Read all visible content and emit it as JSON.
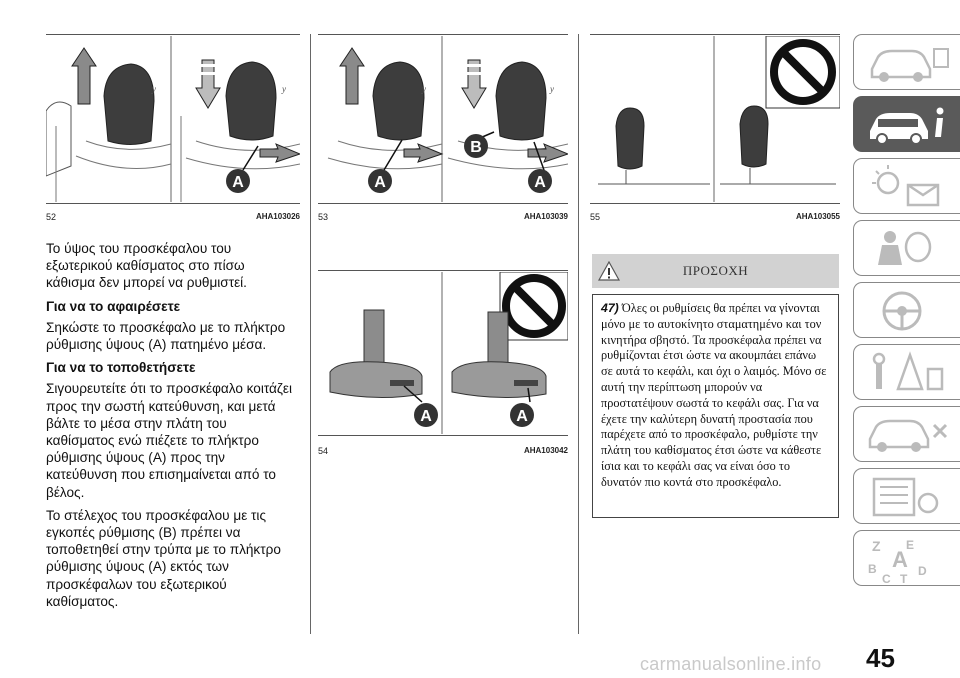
{
  "figures": {
    "fig52": {
      "number": "52",
      "code": "AHA103026",
      "callout": "A"
    },
    "fig53": {
      "number": "53",
      "code": "AHA103039",
      "callouts": [
        "A",
        "B",
        "A"
      ]
    },
    "fig54": {
      "number": "54",
      "code": "AHA103042",
      "callouts": [
        "A",
        "A"
      ]
    },
    "fig55": {
      "number": "55",
      "code": "AHA103055"
    }
  },
  "text": {
    "intro": "Το ύψος του προσκέφαλου του εξωτερικού καθίσματος στο πίσω κάθισμα δεν μπορεί να ρυθμιστεί.",
    "remove_heading": "Για να το αφαιρέσετε",
    "remove_body": "Σηκώστε το προσκέφαλο με το πλήκτρο ρύθμισης ύψους (A) πατημένο μέσα.",
    "refit_heading": "Για να το τοποθετήσετε",
    "refit_body_1": "Σιγουρευτείτε ότι το προσκέφαλο κοιτάζει προς την σωστή κατεύθυνση, και μετά βάλτε το μέσα στην πλάτη του καθίσματος ενώ πιέζετε το πλήκτρο ρύθμισης ύψους (A) προς την κατεύθυνση που επισημαίνεται από το βέλος.",
    "refit_body_2": "Το στέλεχος του προσκέφαλου με τις εγκοπές ρύθμισης (B) πρέπει να τοποθετηθεί στην τρύπα με το πλήκτρο ρύθμισης ύψους (A) εκτός των προσκέφαλων του εξωτερικού καθίσματος."
  },
  "warning": {
    "title": "ΠΡΟΣΟΧΗ",
    "ref": "47)",
    "body": "Όλες οι ρυθμίσεις θα πρέπει να γίνονται μόνο με το αυτοκίνητο σταματημένο και τον κινητήρα σβηστό. Τα προσκέφαλα πρέπει να ρυθμίζονται έτσι ώστε να ακουμπάει επάνω σε αυτά το κεφάλι, και όχι ο λαιμός. Μόνο σε αυτή την περίπτωση μπορούν να προστατέψουν σωστά το κεφάλι σας. Για να έχετε την καλύτερη δυνατή προστασία που παρέχετε από το προσκέφαλο, ρυθμίστε την πλάτη του καθίσματος έτσι ώστε να κάθεστε ίσια και το κεφάλι σας να είναι όσο το δυνατόν πιο κοντά στο προσκέφαλο."
  },
  "sidebar": {
    "tabs": [
      {
        "icon": "car-dashboard-icon",
        "active": false
      },
      {
        "icon": "car-info-icon",
        "active": true
      },
      {
        "icon": "warning-light-message-icon",
        "active": false
      },
      {
        "icon": "airbag-safety-icon",
        "active": false
      },
      {
        "icon": "steering-wheel-icon",
        "active": false
      },
      {
        "icon": "emergency-tools-icon",
        "active": false
      },
      {
        "icon": "car-maintenance-icon",
        "active": false
      },
      {
        "icon": "technical-data-icon",
        "active": false
      },
      {
        "icon": "alphabetical-index-icon",
        "active": false
      }
    ],
    "index_letters": [
      "Z",
      "E",
      "A",
      "B",
      "C",
      "T",
      "D"
    ]
  },
  "page_number": "45",
  "watermark": "carmanualsonline.info",
  "colors": {
    "active_tab": "#5a5a5a",
    "warning_header": "#d2d2d2",
    "tab_border": "#888888"
  }
}
